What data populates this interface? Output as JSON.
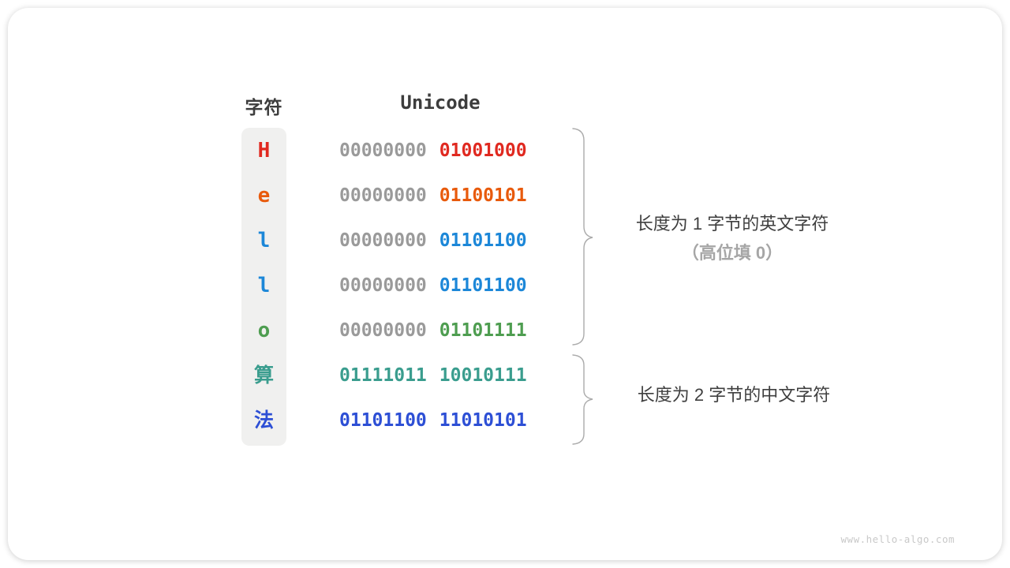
{
  "table": {
    "headers": {
      "char": "字符",
      "unicode": "Unicode"
    },
    "rows": [
      {
        "char": "H",
        "script": "latin",
        "char_color": "#e02920",
        "byte1": "00000000",
        "byte1_color": "#9a9a9a",
        "byte2": "01001000",
        "byte2_color": "#e02920"
      },
      {
        "char": "e",
        "script": "latin",
        "char_color": "#e85a0c",
        "byte1": "00000000",
        "byte1_color": "#9a9a9a",
        "byte2": "01100101",
        "byte2_color": "#e85a0c"
      },
      {
        "char": "l",
        "script": "latin",
        "char_color": "#1c87d8",
        "byte1": "00000000",
        "byte1_color": "#9a9a9a",
        "byte2": "01101100",
        "byte2_color": "#1c87d8"
      },
      {
        "char": "l",
        "script": "latin",
        "char_color": "#1c87d8",
        "byte1": "00000000",
        "byte1_color": "#9a9a9a",
        "byte2": "01101100",
        "byte2_color": "#1c87d8"
      },
      {
        "char": "o",
        "script": "latin",
        "char_color": "#4e9d50",
        "byte1": "00000000",
        "byte1_color": "#9a9a9a",
        "byte2": "01101111",
        "byte2_color": "#4e9d50"
      },
      {
        "char": "算",
        "script": "cjk",
        "char_color": "#3a9d8e",
        "byte1": "01111011",
        "byte1_color": "#3a9d8e",
        "byte2": "10010111",
        "byte2_color": "#3a9d8e"
      },
      {
        "char": "法",
        "script": "cjk",
        "char_color": "#2d4fd5",
        "byte1": "01101100",
        "byte1_color": "#2d4fd5",
        "byte2": "11010101",
        "byte2_color": "#2d4fd5"
      }
    ]
  },
  "annotations": {
    "english_group": {
      "line1": "长度为 1 字节的英文字符",
      "line2": "（高位填 0）"
    },
    "chinese_group": {
      "line1": "长度为 2 字节的中文字符"
    }
  },
  "watermark": "www.hello-algo.com",
  "colors": {
    "gray_byte": "#9a9a9a",
    "header_text": "#3d3d3d",
    "annotation_sub": "#a6a6a6",
    "brace": "#ababab",
    "char_column_bg": "#f0f0ef"
  }
}
